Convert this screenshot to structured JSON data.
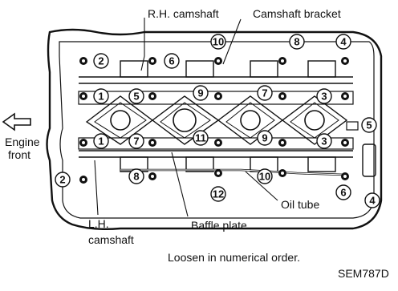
{
  "labels": {
    "rh_camshaft": "R.H. camshaft",
    "camshaft_bracket": "Camshaft bracket",
    "engine": "Engine",
    "front": "front",
    "lh": "L.H.",
    "camshaft": "camshaft",
    "baffle_plate": "Baffle plate",
    "oil_tube": "Oil tube",
    "instruction": "Loosen in numerical order.",
    "figure_code": "SEM787D"
  },
  "bolt_numbers": {
    "rh_upper": [
      "2",
      "6",
      "10",
      "8",
      "4"
    ],
    "rh_lower": [
      "1",
      "5",
      "9",
      "7",
      "3"
    ],
    "lh_upper": [
      "1",
      "7",
      "11",
      "9",
      "3",
      "5"
    ],
    "lh_lower": [
      "2",
      "8",
      "12",
      "10",
      "6",
      "4"
    ]
  }
}
